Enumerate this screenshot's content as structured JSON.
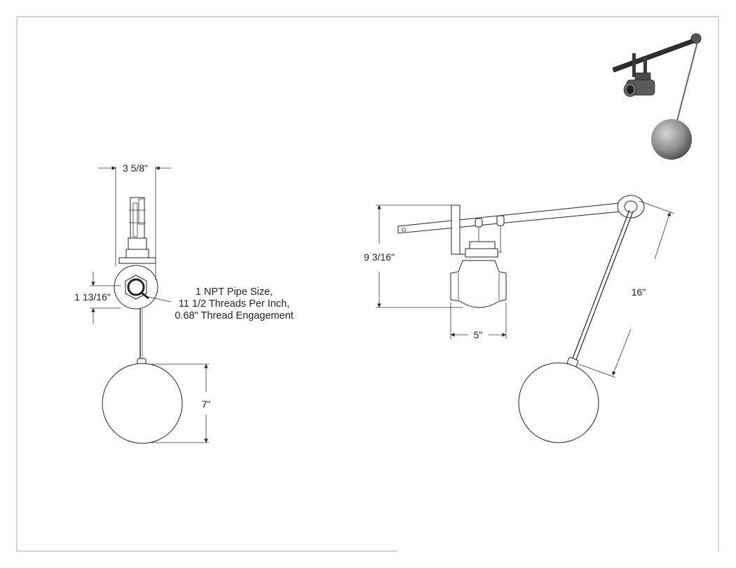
{
  "dimensions": {
    "width_top": "3 5/8\"",
    "inlet_height": "1 13/16\"",
    "float_diameter": "7\"",
    "overall_height": "9 3/16\"",
    "body_length": "5\"",
    "rod_length": "16\""
  },
  "note": {
    "line1": "1 NPT Pipe Size,",
    "line2": "11 1/2 Threads Per Inch,",
    "line3": "0.68\" Thread Engagement"
  },
  "colors": {
    "line": "#222222",
    "border": "#aaaaaa",
    "float_shade": "#8a8a8a"
  }
}
